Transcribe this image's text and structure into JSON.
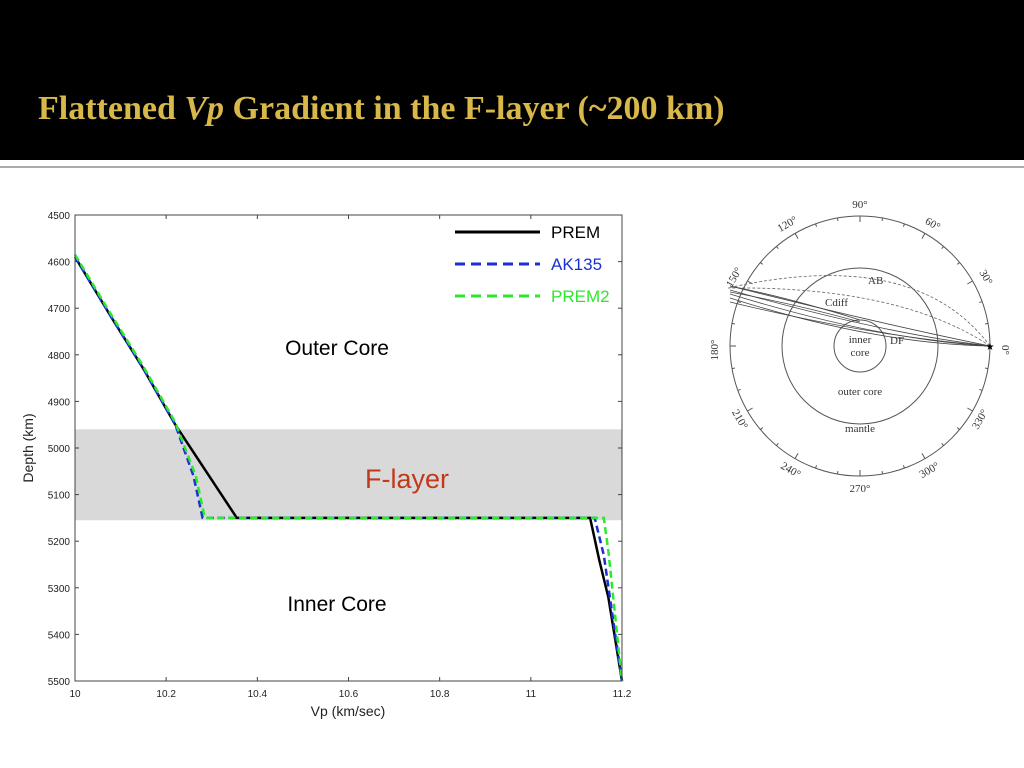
{
  "slide": {
    "title_prefix": "Flattened ",
    "title_italic": "Vp",
    "title_suffix": " Gradient in the F-layer (~200 km)",
    "title_color": "#d7b848",
    "background": "#000000"
  },
  "chart_data": {
    "type": "line",
    "xlabel": "Vp (km/sec)",
    "ylabel": "Depth (km)",
    "xlim": [
      10,
      11.2
    ],
    "ylim": [
      4500,
      5500
    ],
    "y_inverted": true,
    "x_ticks": [
      "10",
      "10.2",
      "10.4",
      "10.6",
      "10.8",
      "11",
      "11.2"
    ],
    "y_ticks": [
      "4500",
      "4600",
      "4700",
      "4800",
      "4900",
      "5000",
      "5100",
      "5200",
      "5300",
      "5400",
      "5500"
    ],
    "legend_position": "top-right",
    "series": [
      {
        "name": "PREM",
        "color": "#000000",
        "style": "solid",
        "points": [
          [
            10.0,
            4590
          ],
          [
            10.08,
            4720
          ],
          [
            10.15,
            4830
          ],
          [
            10.22,
            4950
          ],
          [
            10.355,
            5150
          ],
          [
            11.13,
            5150
          ],
          [
            11.15,
            5240
          ],
          [
            11.17,
            5320
          ],
          [
            11.2,
            5500
          ]
        ]
      },
      {
        "name": "AK135",
        "color": "#1a2fd6",
        "style": "dashed",
        "points": [
          [
            10.0,
            4590
          ],
          [
            10.08,
            4720
          ],
          [
            10.15,
            4830
          ],
          [
            10.22,
            4950
          ],
          [
            10.26,
            5060
          ],
          [
            10.28,
            5150
          ],
          [
            11.14,
            5150
          ],
          [
            11.16,
            5230
          ],
          [
            11.2,
            5500
          ]
        ]
      },
      {
        "name": "PREM2",
        "color": "#2ee82e",
        "style": "dashed",
        "points": [
          [
            10.0,
            4585
          ],
          [
            10.08,
            4715
          ],
          [
            10.15,
            4825
          ],
          [
            10.22,
            4945
          ],
          [
            10.265,
            5060
          ],
          [
            10.285,
            5150
          ],
          [
            11.16,
            5150
          ],
          [
            11.17,
            5220
          ],
          [
            11.2,
            5500
          ]
        ]
      }
    ],
    "shaded_band": {
      "label": "F-layer",
      "y_from": 4960,
      "y_to": 5155,
      "color": "#d9d9d9",
      "label_color": "#c0391b"
    },
    "annotations": [
      "Outer Core",
      "Inner Core"
    ]
  },
  "diagram": {
    "angle_labels": [
      "90°",
      "120°",
      "60°",
      "150°",
      "30°",
      "180°",
      "0°",
      "210°",
      "330°",
      "240°",
      "300°",
      "270°"
    ],
    "labels": {
      "ab": "AB",
      "cdiff": "Cdiff",
      "df": "DF",
      "inner_core_1": "inner",
      "inner_core_2": "core",
      "outer_core": "outer core",
      "mantle": "mantle"
    }
  }
}
